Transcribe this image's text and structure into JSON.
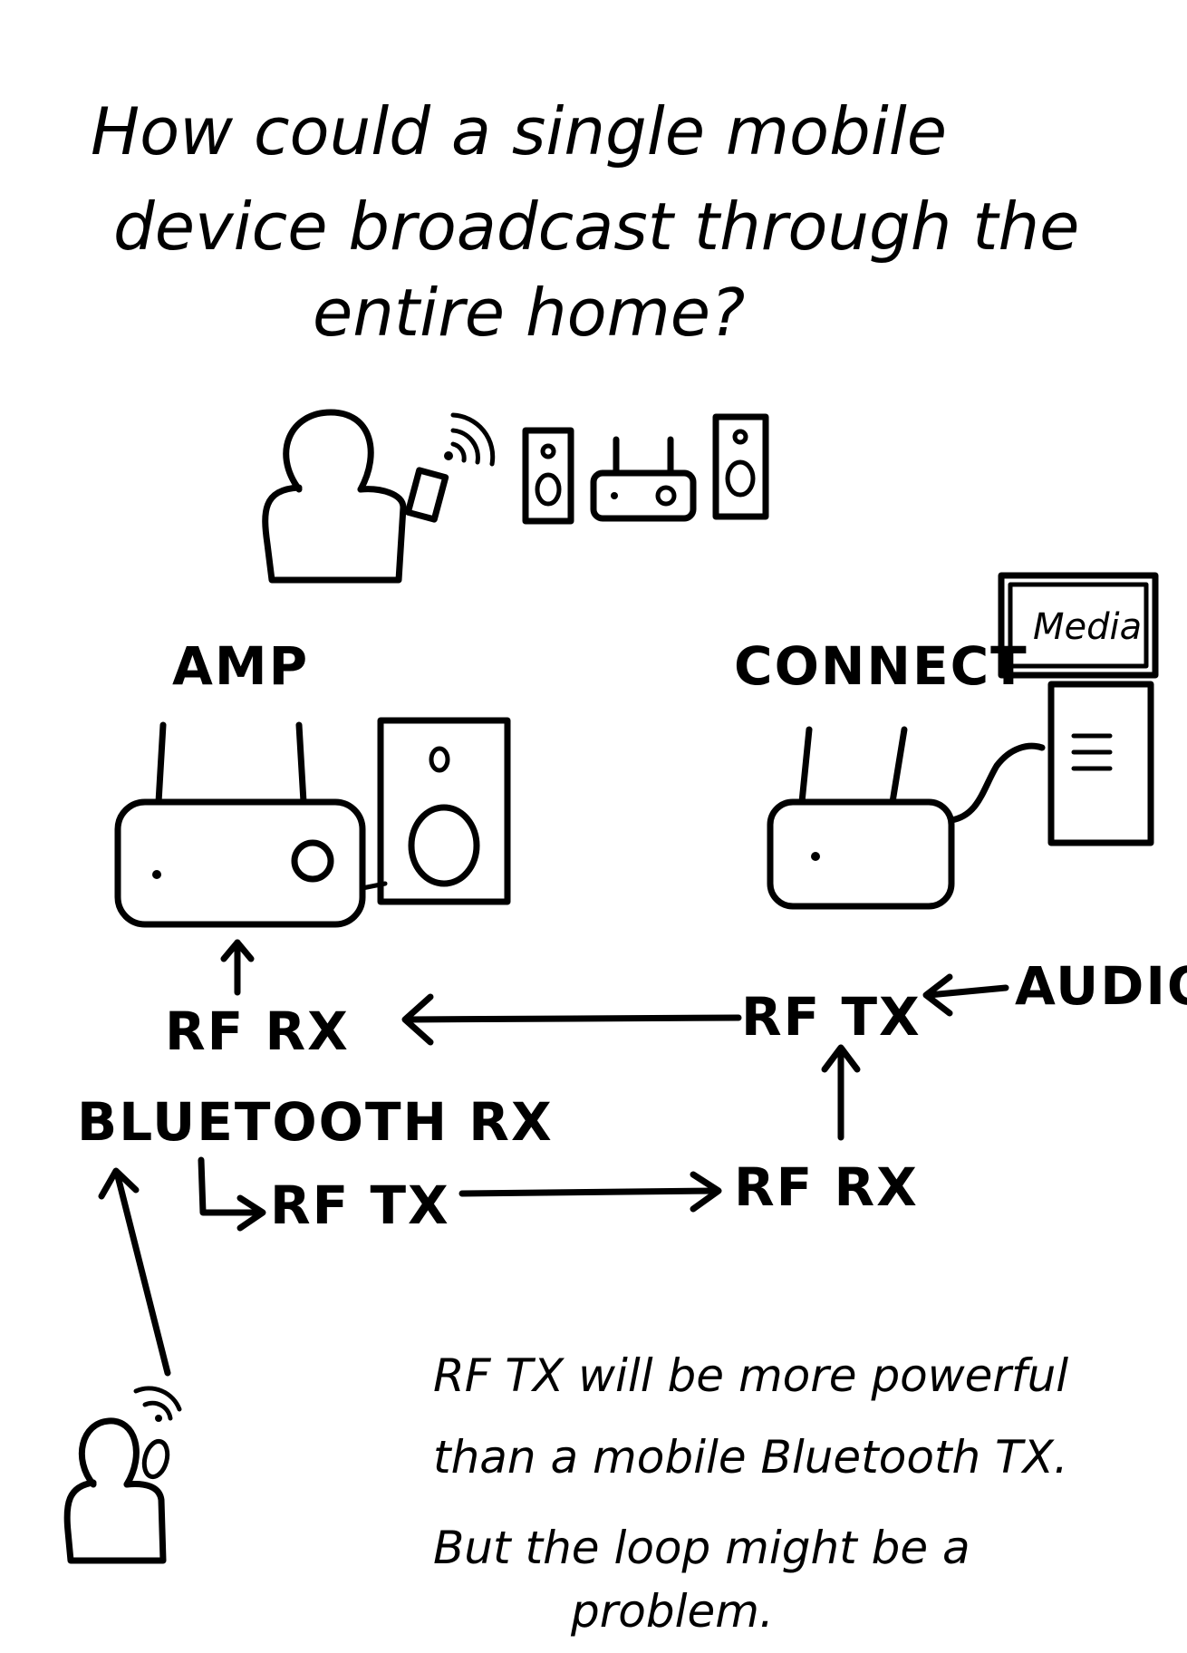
{
  "title": {
    "line1": "How could a single mobile",
    "line2": "device broadcast through the",
    "line3": "entire home?"
  },
  "devices": {
    "amp_label": "AMP",
    "connect_label": "CONNECT",
    "screen_label": "Media"
  },
  "flow": {
    "rf_rx_top": "RF RX",
    "rf_tx_top": "RF TX",
    "audio": "AUDIO",
    "bluetooth_rx": "BLUETOOTH RX",
    "rf_tx_bottom": "RF TX",
    "rf_rx_bottom": "RF RX"
  },
  "note": {
    "line1": "RF TX will be more powerful",
    "line2": "than a mobile Bluetooth TX.",
    "line3": "But the loop might be a",
    "line4": "problem."
  }
}
